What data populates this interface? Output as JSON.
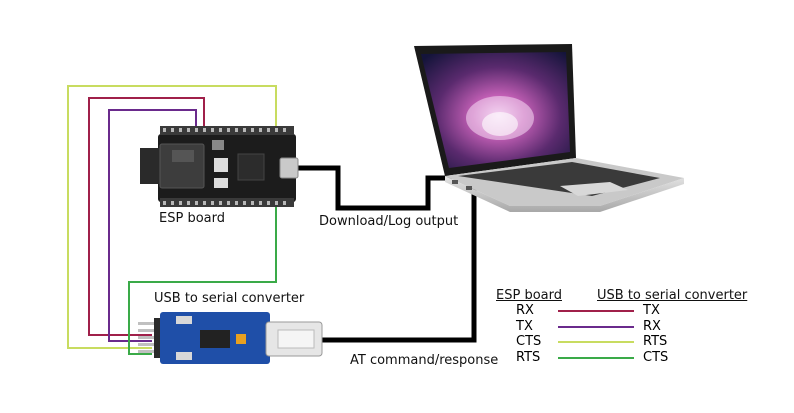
{
  "labels": {
    "esp_board": "ESP board",
    "usb_serial": "USB to serial converter",
    "download_log": "Download/Log output",
    "at_command": "AT command/response"
  },
  "legend": {
    "left_header": "ESP board",
    "right_header": "USB to serial converter",
    "rows": [
      {
        "esp": "RX",
        "usb": "TX",
        "color": "#a0204a"
      },
      {
        "esp": "TX",
        "usb": "RX",
        "color": "#6a2a8c"
      },
      {
        "esp": "CTS",
        "usb": "RTS",
        "color": "#c8dc60"
      },
      {
        "esp": "RTS",
        "usb": "CTS",
        "color": "#3aaa48"
      }
    ]
  },
  "colors": {
    "rx_wire": "#a0204a",
    "tx_wire": "#6a2a8c",
    "cts_wire": "#c8dc60",
    "rts_wire": "#3aaa48",
    "usb_cable": "#000000",
    "esp_pcb": "#1c1c1c",
    "converter_pcb": "#1f4fa8"
  }
}
